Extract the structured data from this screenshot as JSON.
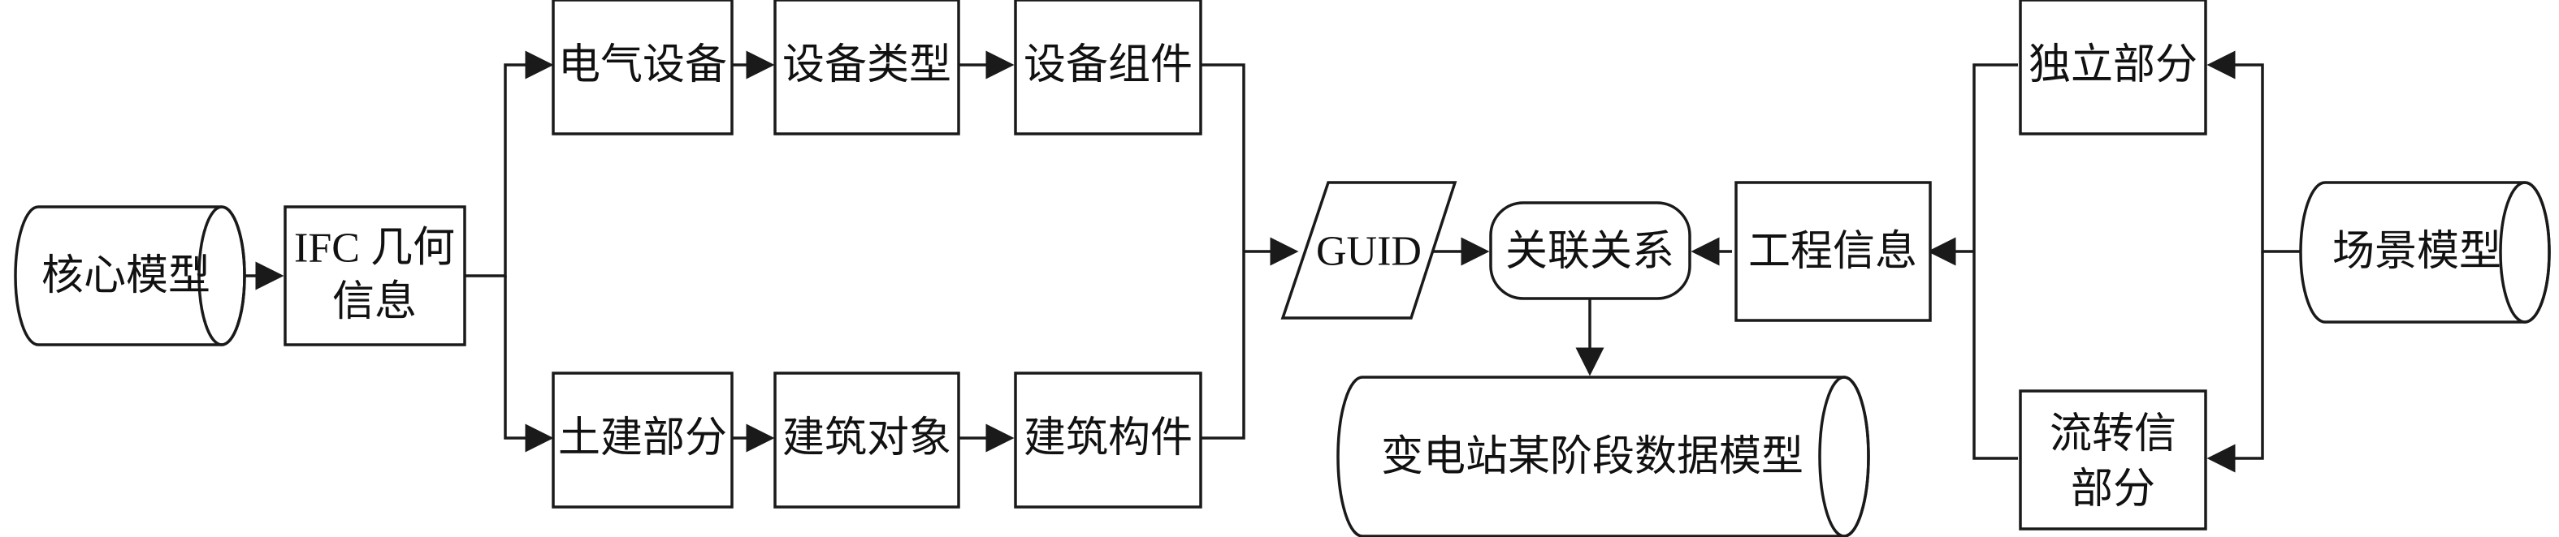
{
  "nodes": {
    "core_model": "核心模型",
    "ifc_geometry": [
      "IFC 几何",
      "信息"
    ],
    "electrical_equipment": "电气设备",
    "equipment_type": "设备类型",
    "equipment_component": "设备组件",
    "civil_part": "土建部分",
    "building_object": "建筑对象",
    "building_component": "建筑构件",
    "guid": "GUID",
    "association": "关联关系",
    "engineering_info": "工程信息",
    "independent_part": "独立部分",
    "scene_model": "场景模型",
    "circulation_part": [
      "流转信",
      "部分"
    ],
    "substation_model": "变电站某阶段数据模型"
  },
  "colors": {
    "line": "#1a1a1a",
    "fill": "#ffffff",
    "text": "#111111"
  }
}
